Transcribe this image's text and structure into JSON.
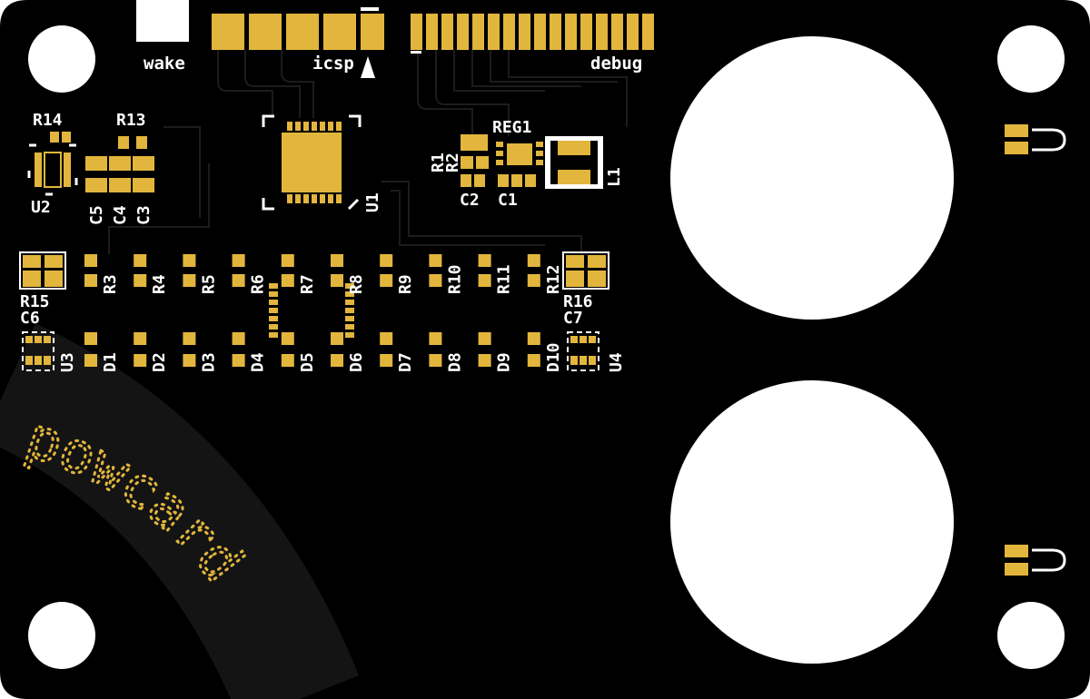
{
  "colors": {
    "board": "#000000",
    "copper": "#e2b63c",
    "silkscreen": "#ffffff",
    "hole": "#ffffff",
    "trace": "#1c1c1c"
  },
  "headers": {
    "wake": "wake",
    "icsp": "icsp",
    "debug": "debug"
  },
  "labels": {
    "R14": "R14",
    "R13": "R13",
    "U2": "U2",
    "C5": "C5",
    "C4": "C4",
    "C3": "C3",
    "U1": "U1",
    "REG1": "REG1",
    "R1": "R1",
    "R2": "R2",
    "C2": "C2",
    "C1": "C1",
    "L1": "L1",
    "R15": "R15",
    "C6": "C6",
    "R16": "R16",
    "C7": "C7",
    "U3": "U3",
    "U4": "U4"
  },
  "resistor_row": [
    "R3",
    "R4",
    "R5",
    "R6",
    "R7",
    "R8",
    "R9",
    "R10",
    "R11",
    "R12"
  ],
  "led_row": [
    "D1",
    "D2",
    "D3",
    "D4",
    "D5",
    "D6",
    "D7",
    "D8",
    "D9",
    "D10"
  ],
  "logo": {
    "text": "powcard",
    "icon": "dotted-logo-icon"
  }
}
